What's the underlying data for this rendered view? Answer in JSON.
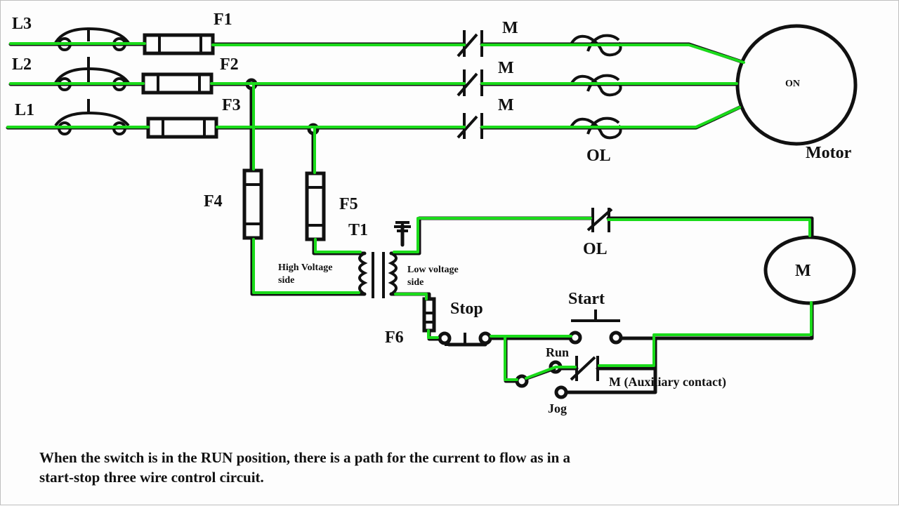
{
  "diagram": {
    "title": "Three-phase motor start-stop-jog control circuit",
    "colors": {
      "wire": "#111111",
      "energized": "#1adb1a",
      "background": "#fdfdfd"
    },
    "power_lines": [
      {
        "id": "L3",
        "label": "L3",
        "fuse": "F1"
      },
      {
        "id": "L2",
        "label": "L2",
        "fuse": "F2"
      },
      {
        "id": "L1",
        "label": "L1",
        "fuse": "F3"
      }
    ],
    "labels": {
      "L3": "L3",
      "L2": "L2",
      "L1": "L1",
      "F1": "F1",
      "F2": "F2",
      "F3": "F3",
      "F4": "F4",
      "F5": "F5",
      "F6": "F6",
      "M1": "M",
      "M2": "M",
      "M3": "M",
      "OL_power": "OL",
      "motor_state": "ON",
      "motor": "Motor",
      "T1": "T1",
      "high_voltage_1": "High Voltage",
      "high_voltage_2": "side",
      "low_voltage_1": "Low voltage",
      "low_voltage_2": "side",
      "OL_control": "OL",
      "coil": "M",
      "stop": "Stop",
      "start": "Start",
      "run": "Run",
      "jog": "Jog",
      "aux": "M (Auxiliary contact)"
    },
    "selector_position": "RUN",
    "motor_status": "ON"
  },
  "caption": {
    "line1": "When the switch is in the RUN position, there is a path for the current to flow as in a",
    "line2": "start-stop three wire control circuit."
  }
}
